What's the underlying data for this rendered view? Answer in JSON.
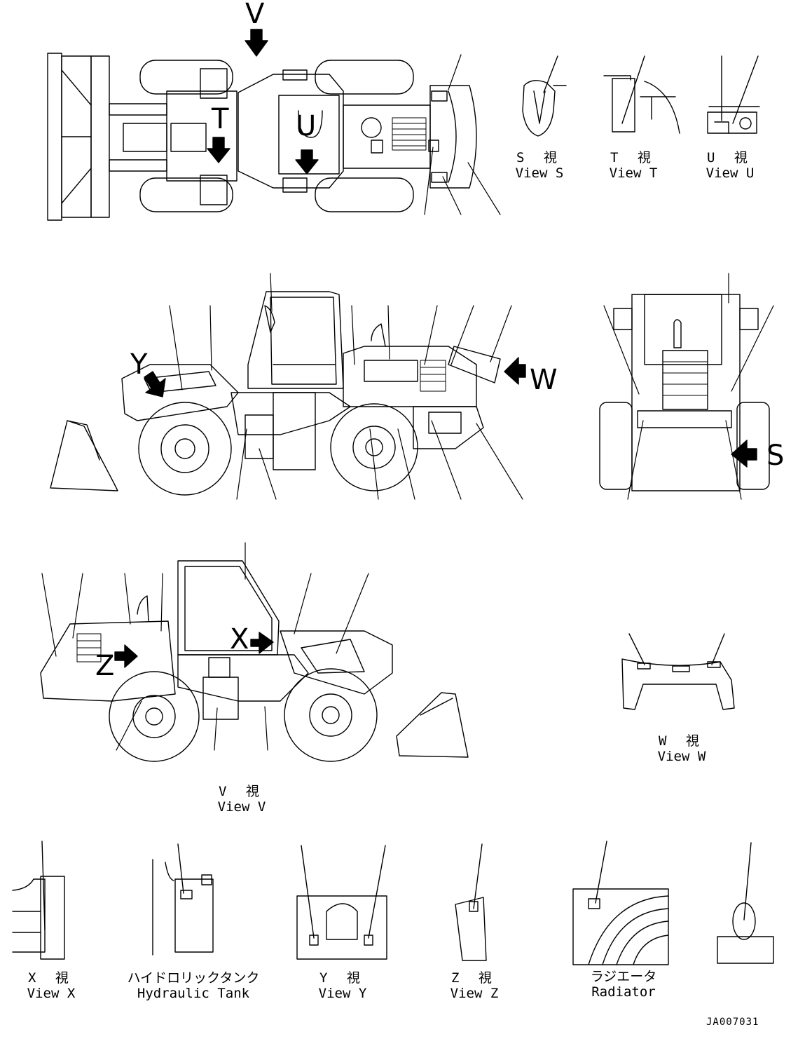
{
  "captions": {
    "view_s": {
      "jp": "S 視",
      "en": "View S"
    },
    "view_t": {
      "jp": "T 視",
      "en": "View T"
    },
    "view_u": {
      "jp": "U 視",
      "en": "View U"
    },
    "view_v": {
      "jp": "V 視",
      "en": "View V"
    },
    "view_w": {
      "jp": "W 視",
      "en": "View W"
    },
    "view_x": {
      "jp": "X 視",
      "en": "View X"
    },
    "hydraulic_tank": {
      "jp": "ハイドロリックタンク",
      "en": "Hydraulic Tank"
    },
    "view_y": {
      "jp": "Y 視",
      "en": "View Y"
    },
    "view_z": {
      "jp": "Z 視",
      "en": "View Z"
    },
    "radiator": {
      "jp": "ラジエータ",
      "en": "Radiator"
    }
  },
  "arrow_letters": {
    "v": "V",
    "t": "T",
    "u": "U",
    "y": "Y",
    "w": "W",
    "s": "S",
    "x": "X",
    "z": "Z"
  },
  "drawing_code": "JA007031"
}
